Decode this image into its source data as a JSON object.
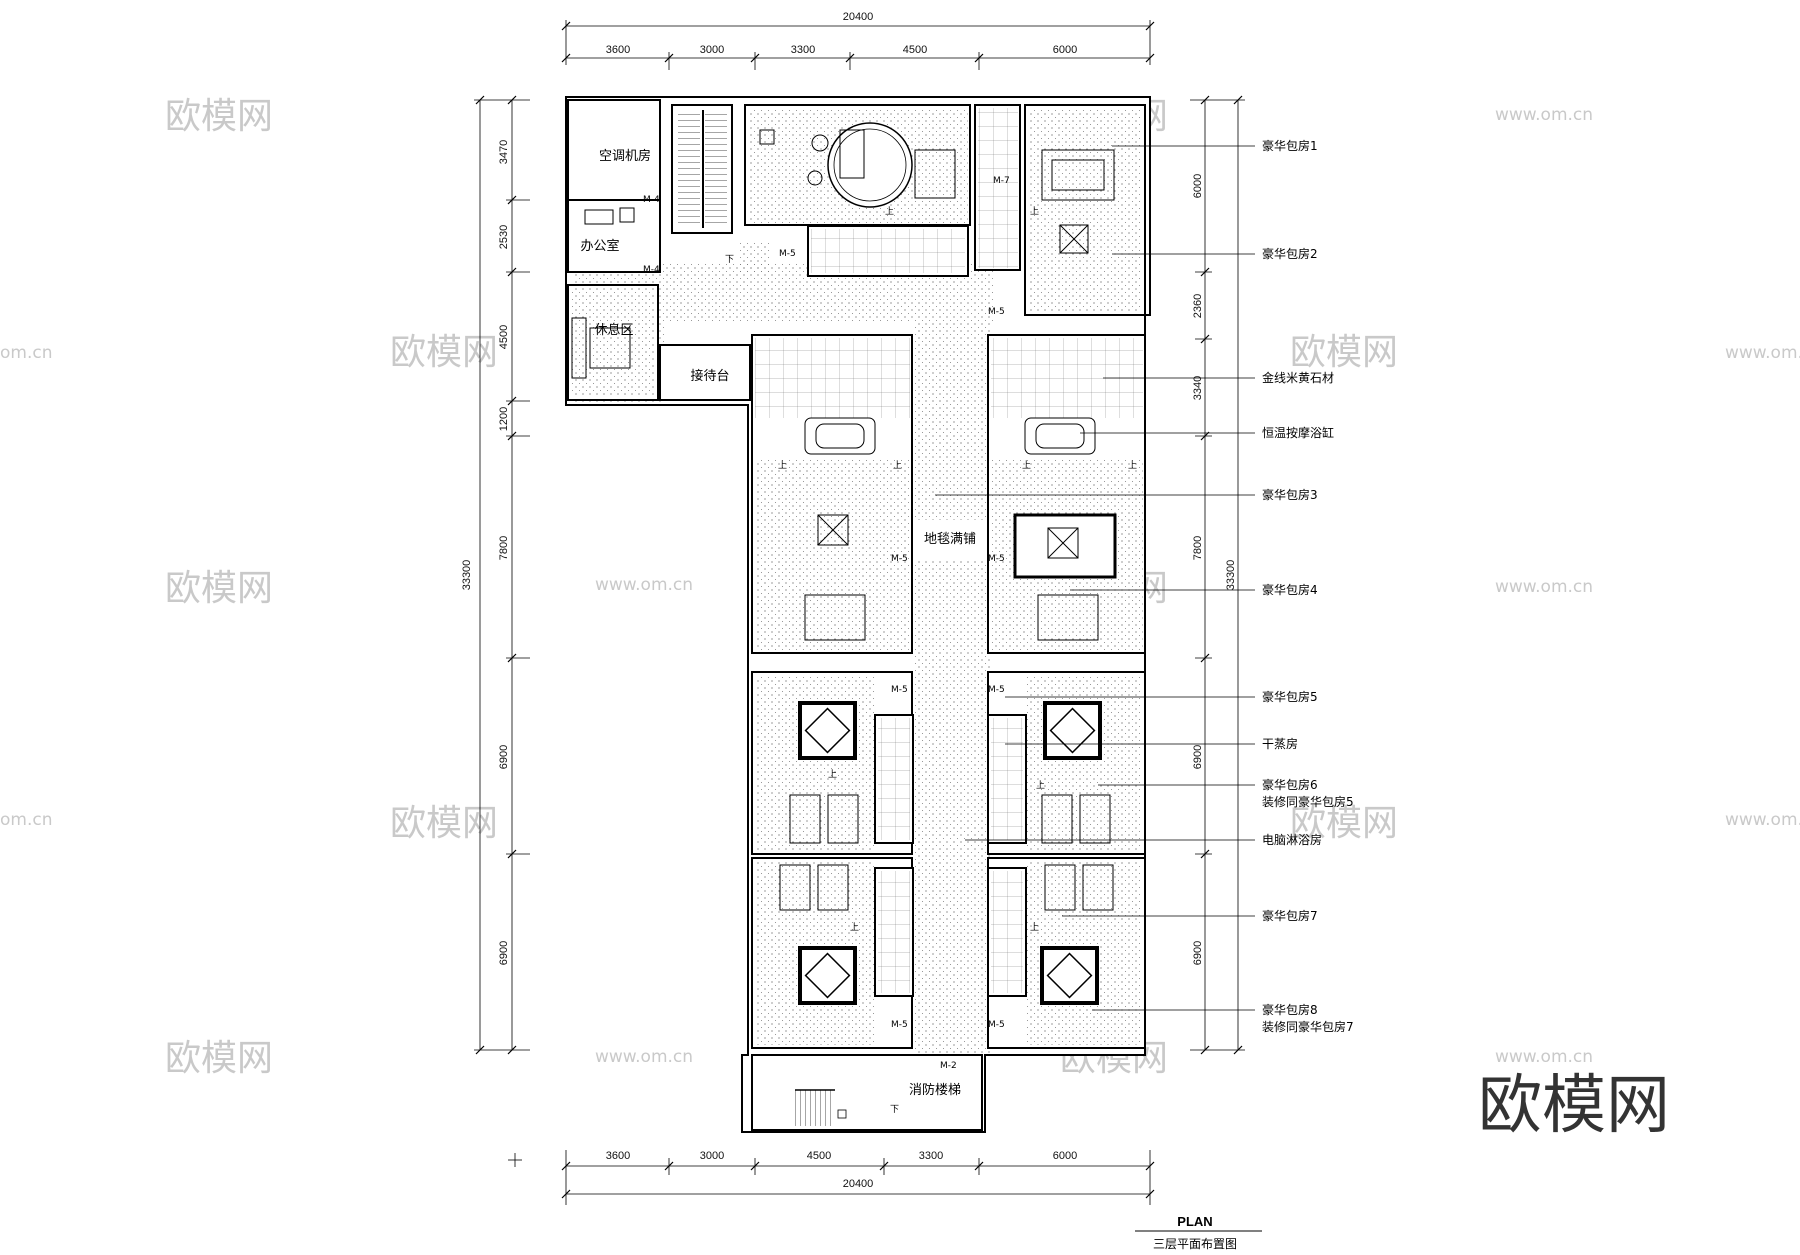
{
  "dimensions": {
    "top_total": "20400",
    "top": [
      "3600",
      "3000",
      "3300",
      "4500",
      "6000"
    ],
    "bottom": [
      "3600",
      "3000",
      "4500",
      "3300",
      "6000"
    ],
    "bottom_total": "20400",
    "left": [
      "3470",
      "2530",
      "4500",
      "1200",
      "7800",
      "6900",
      "6900"
    ],
    "left_total": "33300",
    "right": [
      "6000",
      "2360",
      "3340",
      "7800",
      "6900",
      "6900"
    ],
    "right_total": "33300"
  },
  "rooms": {
    "ac_room": "空调机房",
    "office": "办公室",
    "rest_area": "休息区",
    "reception": "接待台",
    "carpet": "地毯满铺",
    "fire_stair": "消防楼梯"
  },
  "tags": {
    "m4a": "M-4",
    "m4b": "M-4",
    "m5a": "M-5",
    "m5b": "M-5",
    "m5c": "M-5",
    "m5d": "M-5",
    "m5e": "M-5",
    "m5f": "M-5",
    "m5g": "M-5",
    "m5h": "M-5",
    "m7": "M-7",
    "m2": "M-2",
    "up": "上",
    "down": "下"
  },
  "annotations": [
    "豪华包房1",
    "豪华包房2",
    "金线米黄石材",
    "恒温按摩浴缸",
    "豪华包房3",
    "豪华包房4",
    "豪华包房5",
    "干蒸房",
    "豪华包房6",
    "装修同豪华包房5",
    "电脑淋浴房",
    "豪华包房7",
    "豪华包房8",
    "装修同豪华包房7"
  ],
  "title": {
    "plan": "PLAN",
    "subtitle": "三层平面布置图"
  },
  "watermark": {
    "brand": "欧模网",
    "url": "www.om.cn",
    "url_partial": "om.cn"
  },
  "colors": {
    "ink": "#000000",
    "watermark": "#c9c9c9",
    "logo": "#333333"
  }
}
